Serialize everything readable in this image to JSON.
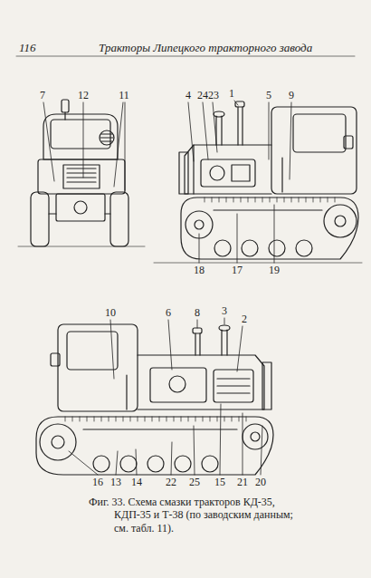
{
  "diagram": {
    "caption": "Фиг. 33. Схема смазки тракторов КД-35, КДП-35 и Т-38 (по заводским данным; см. табл. 11).",
    "labels": [
      "116",
      "Тракторы Липецкого тракторного завода",
      "7",
      "12",
      "11",
      "4",
      "24",
      "23",
      "1",
      "5",
      "9",
      "18",
      "17",
      "19",
      "10",
      "6",
      "8",
      "3",
      "2",
      "16",
      "13",
      "14",
      "22",
      "25",
      "15",
      "21",
      "20"
    ]
  }
}
